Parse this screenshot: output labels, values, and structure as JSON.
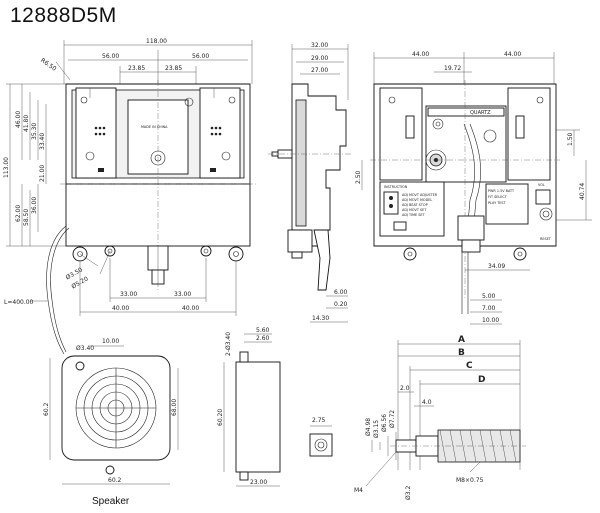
{
  "title": "12888D5M",
  "speaker_caption": "Speaker",
  "front_view": {
    "width_total": "118.00",
    "half_left": "56.00",
    "half_right": "56.00",
    "inner_left": "23.85",
    "inner_right": "23.85",
    "corner_angle": "R6.50",
    "height_total": "113.00",
    "left_dims": [
      "46.00",
      "41.80",
      "35.30",
      "33.40",
      "21.00",
      "62.00",
      "58.50",
      "36.00"
    ],
    "hole_labels": [
      "Ø3.50",
      "Ø5.20"
    ],
    "bottom_dims": [
      "33.00",
      "33.00",
      "40.00",
      "40.00"
    ],
    "wire_length": "L=400.00",
    "board_label": "MADE IN CHINA"
  },
  "side_view": {
    "top_dims": [
      "32.00",
      "29.00",
      "27.00"
    ],
    "bottom_dims": [
      "6.00",
      "0.20",
      "14.30"
    ]
  },
  "back_view": {
    "top_dims": [
      "44.00",
      "44.00",
      "19.72"
    ],
    "right_dims": [
      "1.50",
      "40.74"
    ],
    "left_dim": "2.50",
    "bottom_dims": [
      "34.09",
      "5.00",
      "7.00",
      "10.00"
    ],
    "quartz_label": "QUARTZ",
    "instruction_title": "INSTRUCTION",
    "instruction_lines": [
      "ADJ MOVT ADJUSTER",
      "ADJ MOVT MODEL",
      "ADJ BEAT STOP",
      "ADJ MOVT SET",
      "ADJ TIME SET"
    ],
    "volume_label": "VOL",
    "reset_label": "RESET",
    "chip_lines": [
      "PWR 1.5V BATT",
      "FIT SELECT",
      "PLAY TEST"
    ]
  },
  "speaker_view": {
    "hole_label": "Ø3.40",
    "top_dim": "10.00",
    "side_height": "60.2",
    "inner_height": "68.00",
    "bottom_width": "60.2"
  },
  "speaker_side": {
    "top_dims": [
      "5.60",
      "2.60"
    ],
    "top_left_dim": "2-Ø3.40",
    "height": "60.20",
    "bottom_dim": "23.00"
  },
  "shaft_view": {
    "letters": [
      "A",
      "B",
      "C",
      "D"
    ],
    "dims": [
      "2.0",
      "4.0"
    ],
    "diameters": [
      "Ø4.98",
      "Ø3.15",
      "Ø6.56",
      "Ø7.72",
      "Ø3.2"
    ],
    "thread_left": "M4",
    "thread_right": "M8×0.75",
    "small_dim": "2.75"
  }
}
